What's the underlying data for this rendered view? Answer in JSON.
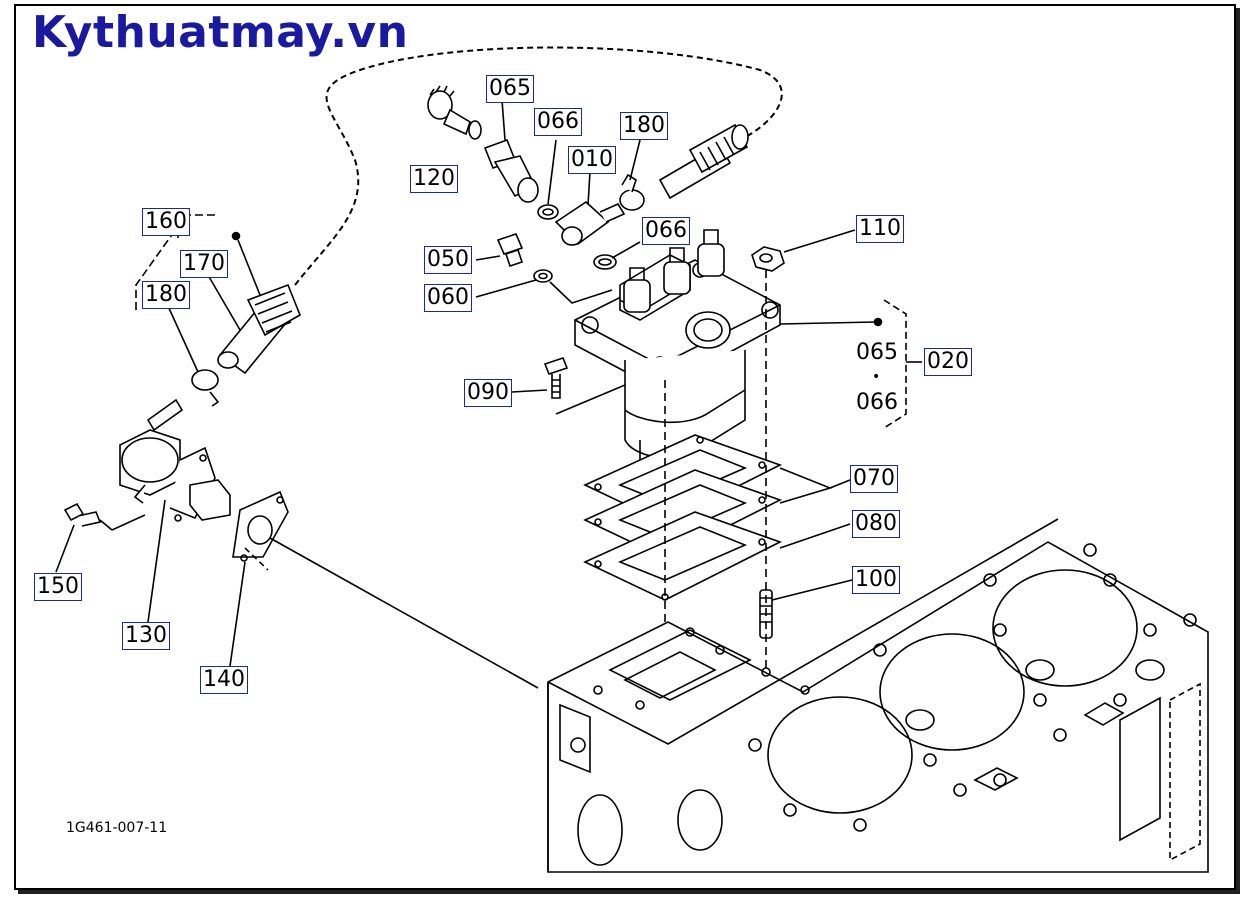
{
  "brand": "Kythuatmay.vn",
  "drawing_code": "1G461-007-11",
  "parts": {
    "p065": "065",
    "p066a": "066",
    "p180a": "180",
    "p010": "010",
    "p120": "120",
    "p066b": "066",
    "p110": "110",
    "p050": "050",
    "p060": "060",
    "p160": "160",
    "p170": "170",
    "p180b": "180",
    "p090": "090",
    "p020": "020",
    "p070": "070",
    "p080": "080",
    "p100": "100",
    "p150": "150",
    "p130": "130",
    "p140": "140"
  },
  "group_020": {
    "top": "065",
    "dot": "•",
    "bottom": "066"
  }
}
